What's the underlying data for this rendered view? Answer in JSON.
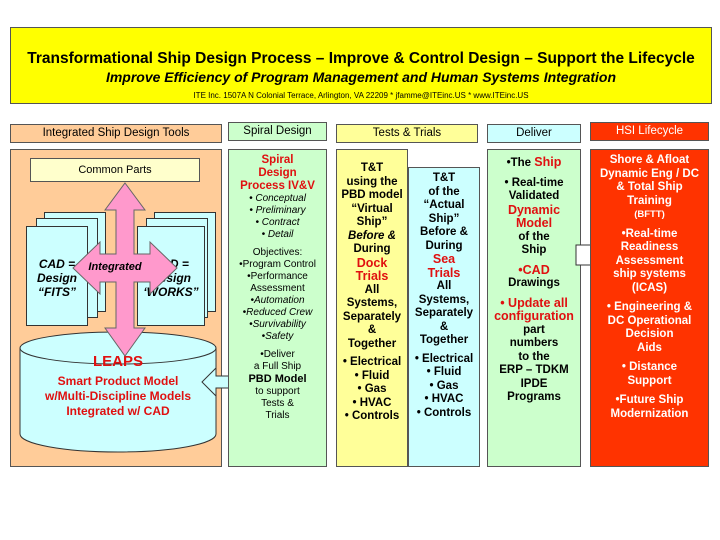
{
  "banner": {
    "title": "Transformational Ship Design Process – Improve & Control Design – Support the Lifecycle",
    "subtitle": "Improve Efficiency of Program Management and Human Systems Integration",
    "contact": "ITE Inc. 1507A N Colonial Terrace, Arlington,  VA 22209  *  jfamme@ITEinc.US  *  www.ITEinc.US"
  },
  "headers": {
    "tools": "Integrated Ship Design Tools",
    "spiral": "Spiral Design",
    "tests": "Tests & Trials",
    "deliver": "Deliver",
    "hsi": "HSI Lifecycle"
  },
  "tools": {
    "common_parts": "Common Parts",
    "cad_1": "CAD =",
    "cad_2": "Design",
    "cad_3": "“FITS”",
    "integrated": "Integrated",
    "pbd_1": "PBD =",
    "pbd_2": "Design",
    "pbd_3": "‘WORKS”",
    "leaps_title": "LEAPS",
    "leaps_1": "Smart Product Model",
    "leaps_2": "w/Multi-Discipline Models",
    "leaps_3": "Integrated w/ CAD"
  },
  "spiral": {
    "title_1": "Spiral",
    "title_2": "Design",
    "title_3": "Process IV&V",
    "phases": [
      "• Conceptual",
      "• Preliminary",
      "• Contract",
      "• Detail"
    ],
    "objectives_label": "Objectives:",
    "objectives": [
      "•Program Control",
      "•Performance",
      "Assessment",
      "•Automation",
      "•Reduced Crew",
      "•Survivability",
      "•Safety"
    ],
    "deliver_1": "•Deliver",
    "deliver_2": "a Full Ship",
    "deliver_3": "PBD Model",
    "deliver_4": "to support",
    "deliver_5": "Tests &",
    "deliver_6": "Trials"
  },
  "tt_virtual": {
    "l1": "T&T",
    "l2": "using the",
    "l3": "PBD model",
    "l4": "“Virtual",
    "l5": "Ship”",
    "l6": "Before &",
    "l7": "During",
    "l8": "Dock",
    "l9": "Trials",
    "l10": "All",
    "l11": "Systems,",
    "l12": "Separately",
    "l13": "&",
    "l14": "Together",
    "bullets": [
      "• Electrical",
      "• Fluid",
      "• Gas",
      "• HVAC",
      "• Controls"
    ]
  },
  "tt_actual": {
    "l1": "T&T",
    "l2": "of the",
    "l3": "“Actual",
    "l4": "Ship”",
    "l5": "Before &",
    "l6": "During",
    "l7": "Sea",
    "l8": "Trials",
    "l9": "All",
    "l10": "Systems,",
    "l11": "Separately",
    "l12": "&",
    "l13": "Together",
    "bullets": [
      "• Electrical",
      "• Fluid",
      "• Gas",
      "• HVAC",
      "• Controls"
    ]
  },
  "deliver": {
    "ship_pre": "•The ",
    "ship": "Ship",
    "rt_1": "• Real-time",
    "rt_2": "Validated",
    "rt_3": "Dynamic",
    "rt_4": "Model",
    "rt_5": "of the",
    "rt_6": "Ship",
    "cad": "•CAD",
    "drawings": "Drawings",
    "update_1": "• Update all",
    "update_2": "configuration",
    "part_1": "part",
    "part_2": "numbers",
    "part_3": "to the",
    "part_4": "ERP – TDKM",
    "part_5": "IPDE",
    "part_6": "Programs"
  },
  "hsi": {
    "a1": "Shore & Afloat",
    "a2": "Dynamic Eng / DC",
    "a3": "& Total Ship",
    "a4": "Training",
    "a5": "(BFTT)",
    "b1": "•Real-time",
    "b2": "Readiness",
    "b3": "Assessment",
    "b4": "ship systems",
    "b5": "(ICAS)",
    "c1": "• Engineering &",
    "c2": "DC Operational",
    "c3": "Decision",
    "c4": "Aids",
    "d1": "• Distance",
    "d2": "Support",
    "e1": "•Future Ship",
    "e2": "Modernization"
  },
  "colors": {
    "banner": "#ffff00",
    "tools_bg": "#ffcc99",
    "spiral_bg": "#ccffcc",
    "tests_bg": "#ffff99",
    "tests2_bg": "#ccffff",
    "hsi_bg": "#ff3300",
    "doc_bg": "#ccffff",
    "arrow": "#ff99cc",
    "accent_red": "#e01010"
  }
}
